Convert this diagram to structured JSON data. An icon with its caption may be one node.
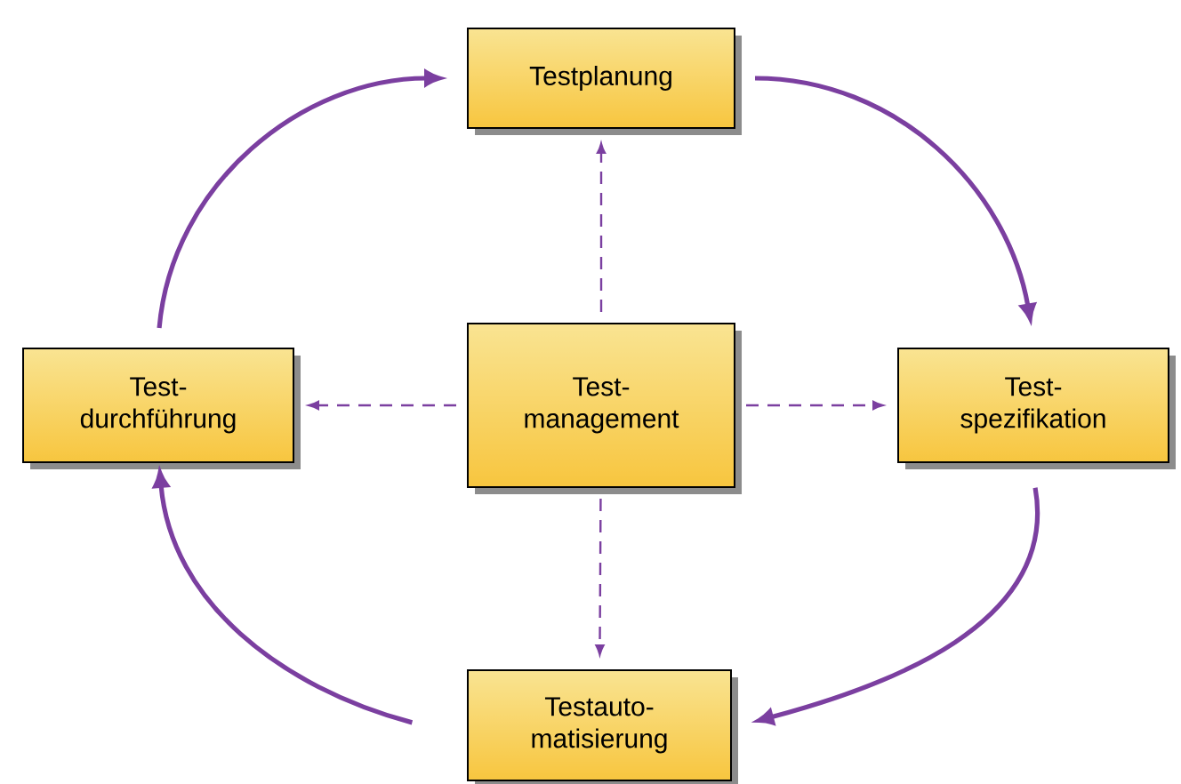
{
  "diagram": {
    "nodes": [
      {
        "text": [
          "Testplanung"
        ]
      },
      {
        "text": [
          "Test- durchführung"
        ]
      },
      {
        "text": [
          "Test- management"
        ]
      },
      {
        "text": [
          "Test- spezifikation"
        ]
      },
      {
        "text": [
          "Testauto- matisierung"
        ]
      }
    ],
    "edges": [
      {
        "from": 0,
        "to": 3,
        "arrow": "to"
      },
      {
        "from": 3,
        "to": 4,
        "arrow": "to"
      },
      {
        "from": 4,
        "to": 1,
        "arrow": "to"
      },
      {
        "from": 1,
        "to": 0,
        "arrow": "to"
      },
      {
        "from": 2,
        "to": 0,
        "arrow": "to",
        "style": "dashed"
      },
      {
        "from": 2,
        "to": 1,
        "arrow": "to",
        "style": "dashed"
      },
      {
        "from": 2,
        "to": 3,
        "arrow": "to",
        "style": "dashed"
      },
      {
        "from": 2,
        "to": 4,
        "arrow": "to",
        "style": "dashed"
      }
    ]
  }
}
